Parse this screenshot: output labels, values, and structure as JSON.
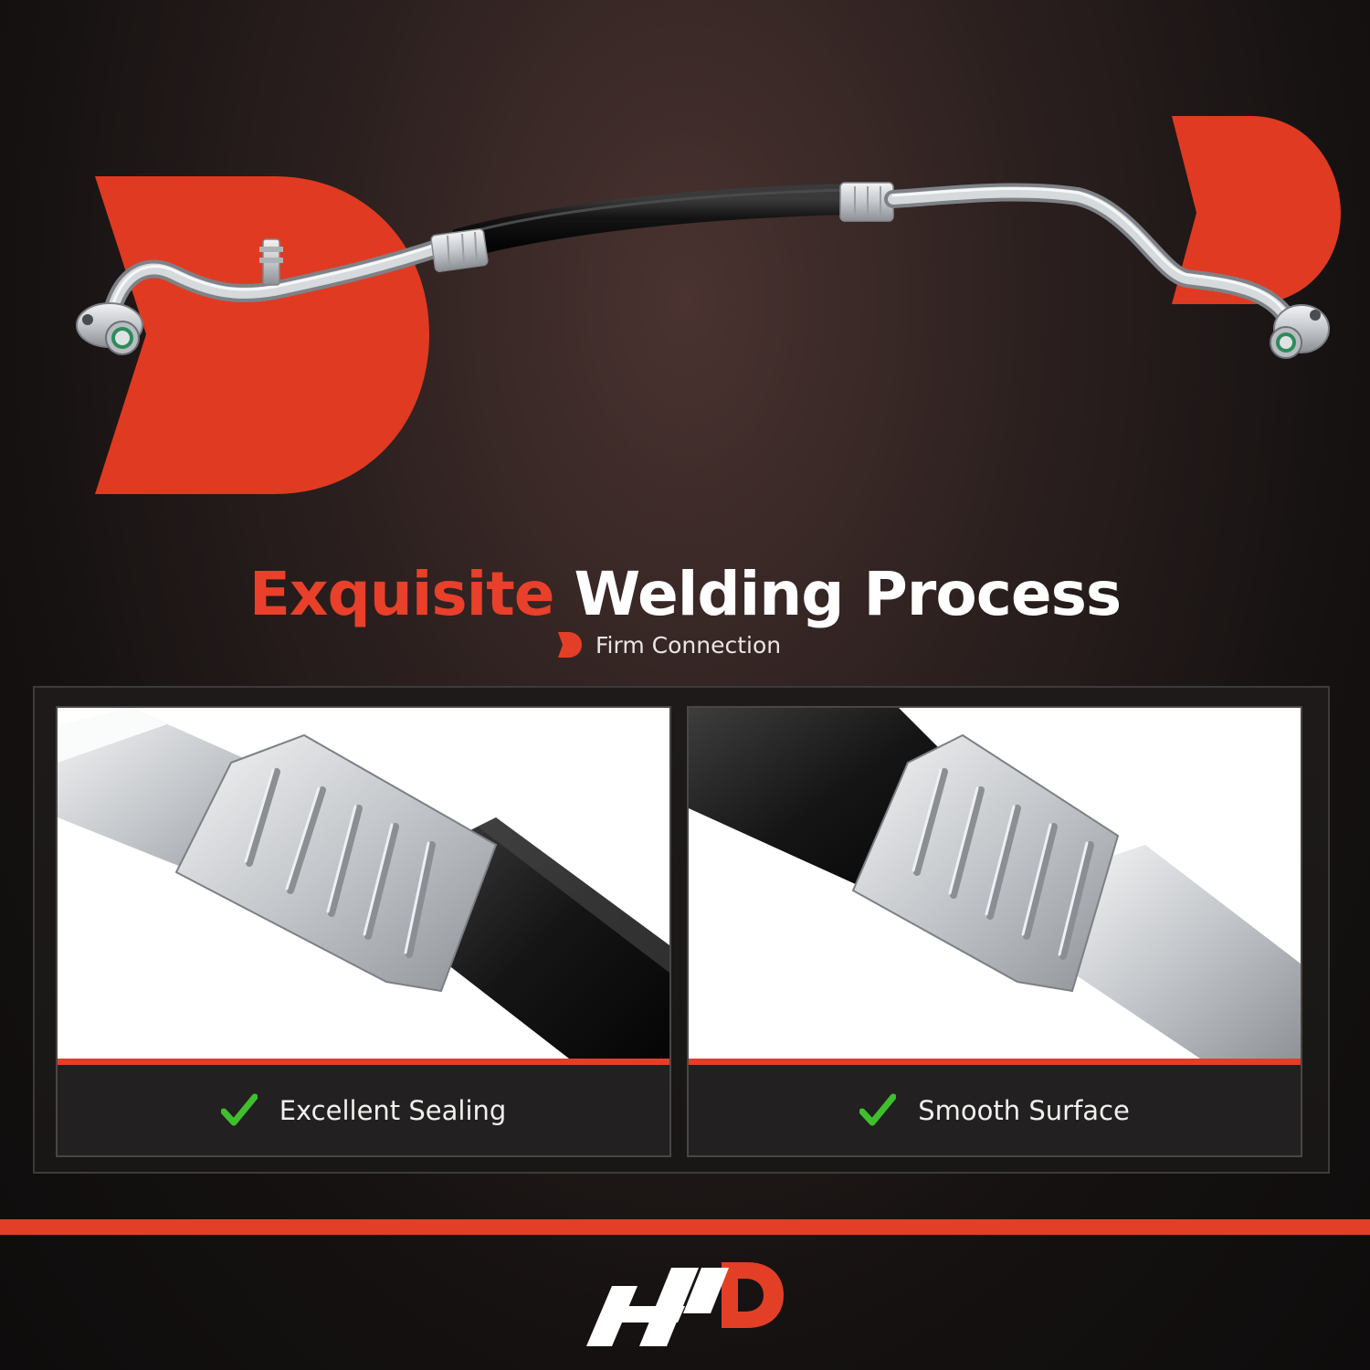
{
  "headline": {
    "accent": "Exquisite",
    "rest": "Welding Process"
  },
  "subheadline": "Firm Connection",
  "features": [
    {
      "label": "Excellent Sealing",
      "icon": "check-icon"
    },
    {
      "label": "Smooth Surface",
      "icon": "check-icon"
    }
  ],
  "colors": {
    "accent": "#e23f26",
    "check": "#3fbf2e",
    "text": "#ffffff"
  },
  "images": {
    "hero": "ac-refrigerant-hose-assembly",
    "detail_left": "crimped-fitting-on-aluminum-pipe",
    "detail_right": "crimped-fitting-on-black-hose"
  },
  "logo": "a-premium-logo"
}
